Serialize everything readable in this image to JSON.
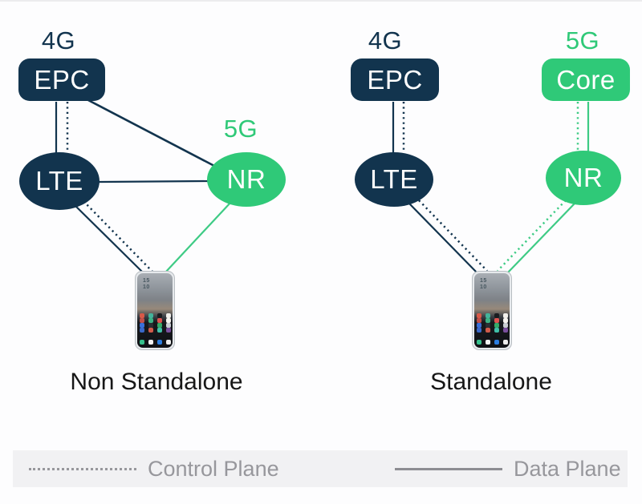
{
  "colors": {
    "navy": "#12344e",
    "green": "#2fc978",
    "green_line": "#3ecb85",
    "background": "#fdfdfe",
    "legend_band": "#f1f1f3",
    "legend_text": "#97979c",
    "legend_line": "#8d8d92",
    "caption_text": "#171717"
  },
  "left_diagram": {
    "generation_4g_label": "4G",
    "core_label": "EPC",
    "generation_5g_label": "5G",
    "ran_4g_label": "LTE",
    "ran_5g_label": "NR",
    "caption": "Non Standalone"
  },
  "right_diagram": {
    "generation_4g_label": "4G",
    "core_4g_label": "EPC",
    "generation_5g_label": "5G",
    "core_5g_label": "Core",
    "ran_4g_label": "LTE",
    "ran_5g_label": "NR",
    "caption": "Standalone"
  },
  "phone": {
    "clock_hour": "15",
    "clock_minute": "10",
    "icon_rows": [
      [
        "#d85948",
        "#43b39b",
        "#1a1c20",
        "#f2f0ec"
      ],
      [
        "#bf4f49",
        "#3cb184",
        "#dd5350",
        "#f6f4f0"
      ],
      [
        "#3a6fd8",
        "#2a2e33",
        "#35a968",
        "#c9ced3"
      ],
      [
        "#3a68c9",
        "#d05a4a",
        "#40bfa8",
        "#7a4f9e"
      ]
    ],
    "dock_icons": [
      "#35c08c",
      "#f2f2f2",
      "#2b7de0",
      "#ececec"
    ]
  },
  "legend": {
    "control_label": "Control Plane",
    "data_label": "Data Plane"
  }
}
